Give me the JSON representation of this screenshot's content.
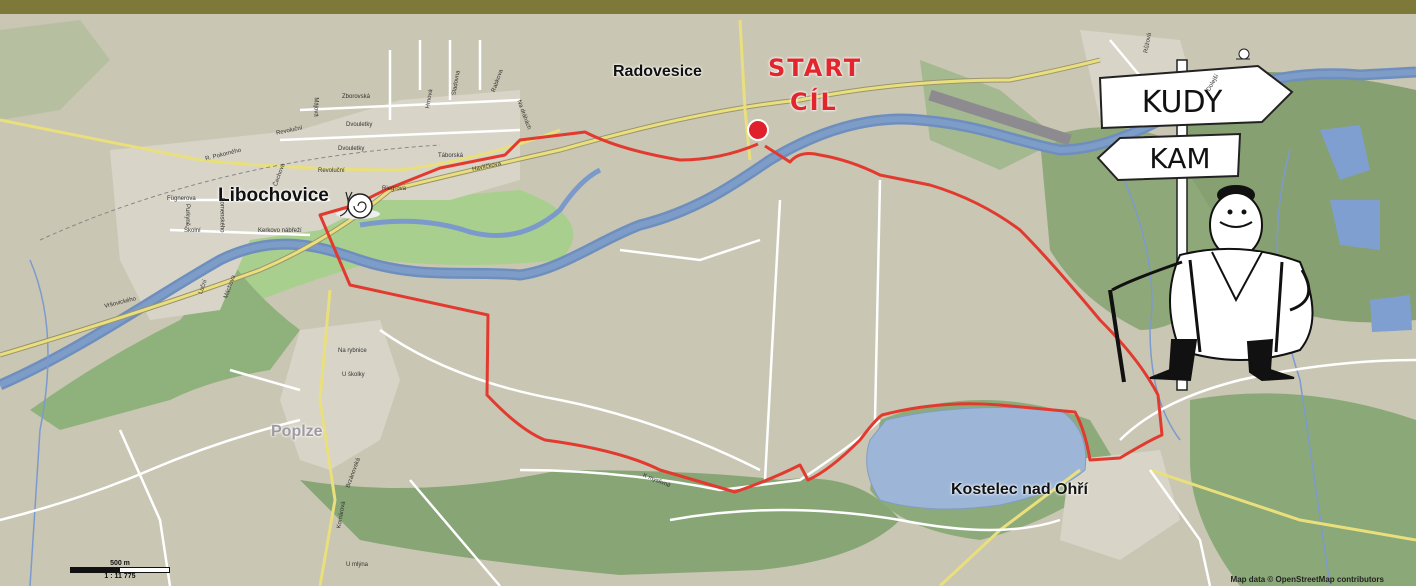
{
  "map": {
    "places": {
      "libochovice": "Libochovice",
      "radovesice": "Radovesice",
      "poplze": "Poplze",
      "kostelec": "Kostelec nad Ohří"
    },
    "route_marker": {
      "start": "START",
      "finish": "CÍL"
    },
    "sign": {
      "top": "KUDY",
      "bottom": "KAM"
    },
    "streets": {
      "revolucni": "Revoluční",
      "revolucni2": "Revoluční",
      "r_pokorneho": "R. Pokorného",
      "cechova": "Čechova",
      "fugnerova": "Fügnerova",
      "purkyne": "Purkyně",
      "skolni": "Školní",
      "komenskeho": "Komenského",
      "kerkovo": "Kerkovo nábřeží",
      "luzni": "Luční",
      "machova": "Máchova",
      "vrsovicka": "Vršovického",
      "majova": "Májová",
      "zborovska": "Zborovská",
      "dvoulety": "Dvouletky",
      "dvoulety2": "Dvouletky",
      "taborska": "Táborská",
      "havlickova": "Havlíčkova",
      "riegrova": "Riegrova",
      "na_rybnice": "Na rybnice",
      "u_skolky": "U školky",
      "k_myslivne": "K myslivně",
      "u_mlyna": "U mlýna",
      "brzanovska": "Brzánovská",
      "komarova": "Komárová",
      "rabkova": "Rabkova",
      "ruzova": "Růžová",
      "dolejsi": "Dolejší",
      "hrnova": "Hrnová",
      "na_drahach": "Na dráhách",
      "sladovna": "Sladovna"
    },
    "scale": {
      "distance": "500 m",
      "ratio": "1 : 11 775"
    },
    "attribution": "Map data © OpenStreetMap contributors",
    "colors": {
      "land": "#c9c6b3",
      "river": "#6e8fbe",
      "lake": "#9db6d8",
      "forest": "#7fa06b",
      "park": "#a8cf8e",
      "route": "#e23a2f",
      "road_main": "#e9df7c",
      "top_bar": "#7e7939"
    }
  }
}
